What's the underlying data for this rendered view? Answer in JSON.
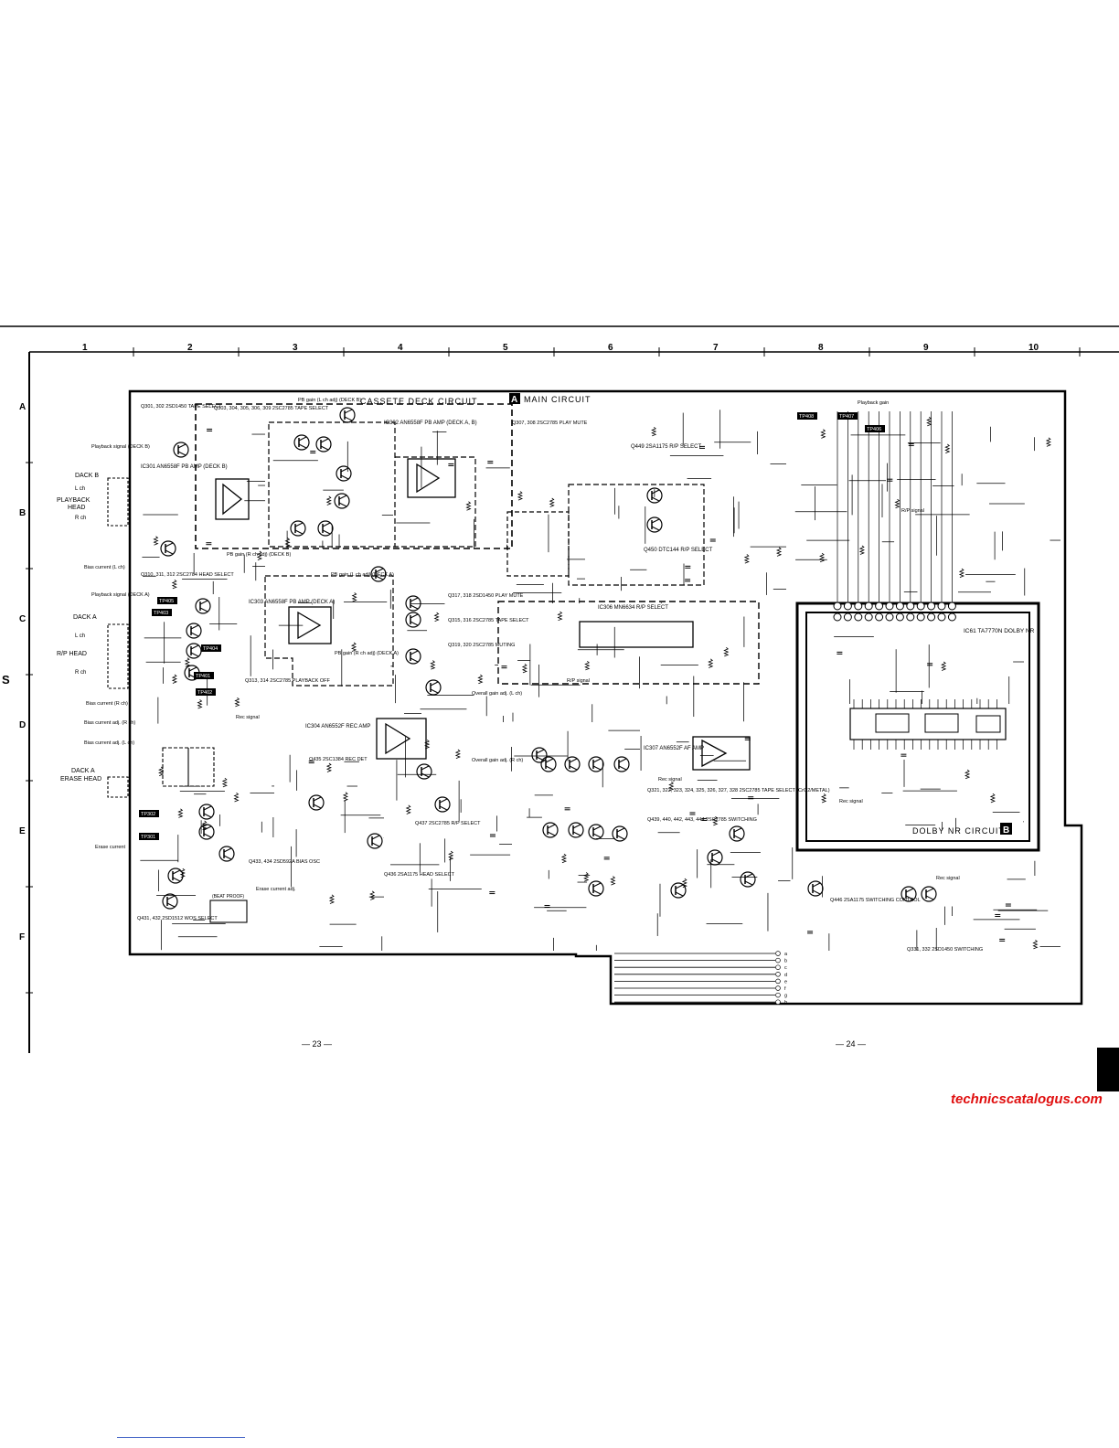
{
  "grid": {
    "columns": [
      "1",
      "2",
      "3",
      "4",
      "5",
      "6",
      "7",
      "8",
      "9",
      "10"
    ],
    "rows": [
      "A",
      "B",
      "C",
      "D",
      "E",
      "F"
    ],
    "edge_letter": "S"
  },
  "sections": {
    "deck": "CASSETE DECK CIRCUIT",
    "main_tag": "A",
    "main": "MAIN CIRCUIT",
    "dolby": "DOLBY NR CIRCUIT",
    "dolby_tag": "B"
  },
  "inputs": {
    "deck_b": "DACK B",
    "playback_head": "PLAYBACK",
    "head": "HEAD",
    "lch": "L ch",
    "rch": "R ch",
    "deck_a": "DACK A",
    "rp_head": "R/P HEAD",
    "deck_a_erase": "DACK A",
    "erase_head": "ERASE HEAD",
    "playback_signal_b": "Playback signal (DECK B)",
    "playback_signal_a": "Playback signal (DECK A)"
  },
  "annotations": {
    "bias_current_l": "Bias current (L ch)",
    "bias_current_r": "Bias current (R ch)",
    "bias_adj_r": "Bias current adj. (R ch)",
    "bias_adj_l": "Bias current adj. (L ch)",
    "erase_current": "Erase current",
    "erase_adj": "Erase current adj.",
    "pb_gain_l_b": "PB gain (L ch adj) (DECK B)",
    "pb_gain_r_b": "PB gain (R ch adj) (DECK B)",
    "pb_gain_l_a": "PB gain (L ch adj) (DECK A)",
    "pb_gain_r_a": "PB gain (R ch adj) (DECK A)",
    "rec_signal_1": "Rec signal",
    "rec_signal_2": "Rec signal",
    "rec_signal_3": "Rec signal",
    "rec_signal_4": "Rec signal",
    "rp_signal_1": "R/P signal",
    "rp_signal_2": "R/P signal",
    "overall_l": "Overall gain adj. (L ch)",
    "overall_r": "Overall gain adj. (R ch)",
    "playback_gain": "Playback gain",
    "beat_proof": "(BEAT PROOF)"
  },
  "components": {
    "q301": "Q301, 302 2SD1450 TAPE SELECT",
    "q303": "Q303, 304, 305, 306, 309 2SC2785 TAPE SELECT",
    "ic301": "IC301 AN6558F PB AMP (DECK B)",
    "ic302": "IC302 AN6558F PB AMP (DECK A, B)",
    "q307": "Q307, 308 2SC2785 PLAY MUTE",
    "q449": "Q449 2SA1175 R/P SELECT",
    "q450": "Q450 DTC144 R/P SELECT",
    "q310": "Q310, 311, 312 2SC2784 HEAD SELECT",
    "ic303": "IC303 AN6558F PB AMP (DECK A)",
    "q313": "Q313, 314 2SC2785 PLAYBACK OFF",
    "q317": "Q317, 318 2SD1450 PLAY MUTE",
    "q315": "Q315, 316 2SC2785 TAPE SELECT",
    "q319": "Q319, 320 2SC2785 MUTING",
    "ic306": "IC306 MN6634 R/P SELECT",
    "ic61": "IC61 TA7770N DOLBY NR",
    "ic304": "IC304 AN6552F REC AMP",
    "q435": "Q435 2SC1384 REC DET",
    "ic307": "IC307 AN6552F AF AMP",
    "q321": "Q321, 322, 323, 324, 325, 326, 327, 328 2SC2785 TAPE SELECT (CrO2/METAL)",
    "q439": "Q439, 440, 442, 443, 444 2SC2785 SWITCHING",
    "q433": "Q433, 434 2SD592A BIAS OSC",
    "q437": "Q437 2SC2785 R/P SELECT",
    "q436": "Q436 2SA1175 HEAD SELECT",
    "q431": "Q431, 432 2SD1512 WOS SELECT",
    "q446": "Q446 2SA1175 SWITCHING CONTROL",
    "q331": "Q331, 332 2SD1450 SWITCHING"
  },
  "testpoints": [
    "TP405",
    "TP403",
    "TP402",
    "TP401",
    "TP404",
    "TP302",
    "TP301",
    "TP408",
    "TP407",
    "TP406"
  ],
  "connectors": [
    "a",
    "b",
    "c",
    "d",
    "e",
    "f",
    "g",
    "h"
  ],
  "pages": {
    "left": "— 23 —",
    "right": "— 24 —"
  },
  "watermark": "technicscatalogus.com"
}
